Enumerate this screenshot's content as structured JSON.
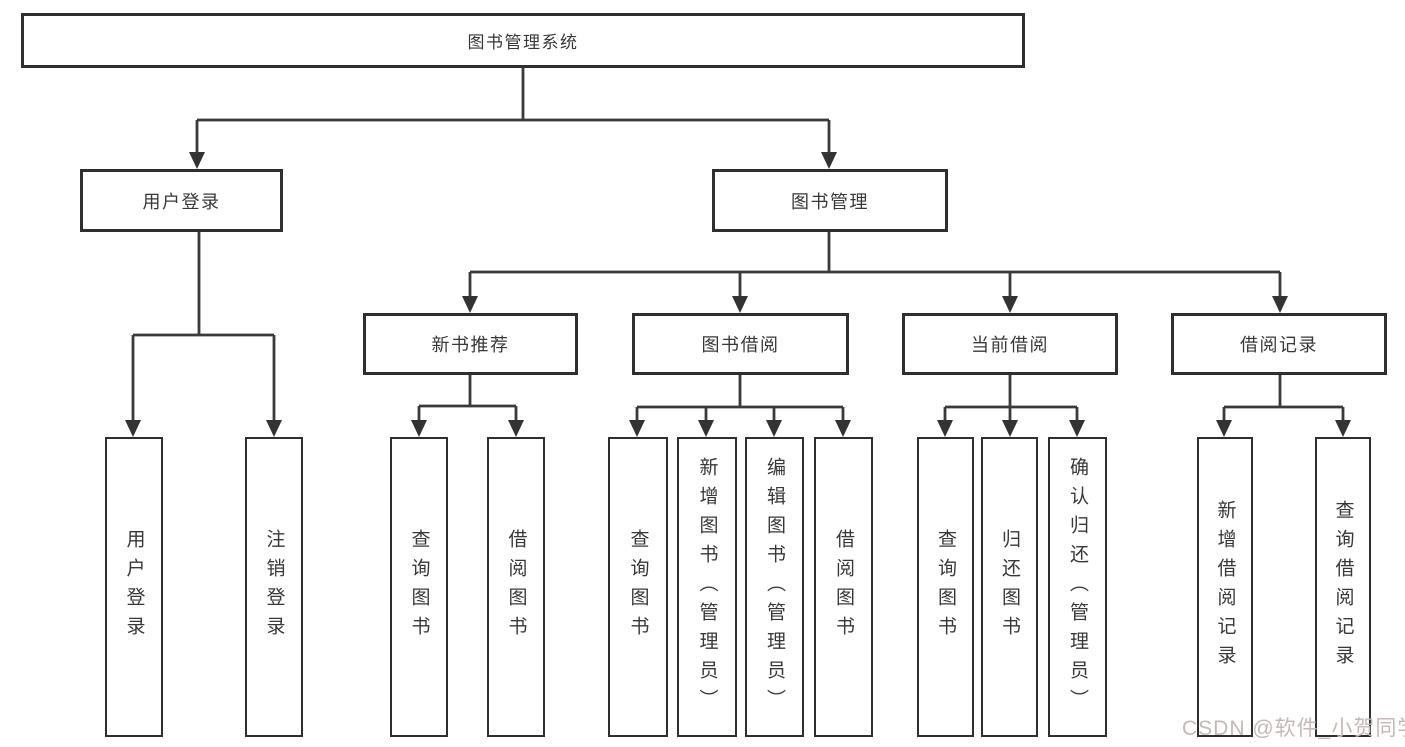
{
  "diagram": {
    "type": "hierarchy-tree",
    "root": {
      "label": "图书管理系统"
    },
    "level2": [
      {
        "label": "用户登录"
      },
      {
        "label": "图书管理"
      }
    ],
    "level3": [
      {
        "label": "新书推荐"
      },
      {
        "label": "图书借阅"
      },
      {
        "label": "当前借阅"
      },
      {
        "label": "借阅记录"
      }
    ],
    "leaves": {
      "user_login": [
        "用户登录",
        "注销登录"
      ],
      "new_book": [
        "查询图书",
        "借阅图书"
      ],
      "book_borrow": [
        "查询图书",
        "新增图书（管理员）",
        "编辑图书（管理员）",
        "借阅图书"
      ],
      "current_borrow": [
        "查询图书",
        "归还图书",
        "确认归还（管理员）"
      ],
      "records": [
        "新增借阅记录",
        "查询借阅记录"
      ]
    },
    "structure": {
      "图书管理系统": [
        "用户登录",
        "图书管理"
      ],
      "用户登录": [
        "用户登录",
        "注销登录"
      ],
      "图书管理": [
        "新书推荐",
        "图书借阅",
        "当前借阅",
        "借阅记录"
      ],
      "新书推荐": [
        "查询图书",
        "借阅图书"
      ],
      "图书借阅": [
        "查询图书",
        "新增图书（管理员）",
        "编辑图书（管理员）",
        "借阅图书"
      ],
      "当前借阅": [
        "查询图书",
        "归还图书",
        "确认归还（管理员）"
      ],
      "借阅记录": [
        "新增借阅记录",
        "查询借阅记录"
      ]
    }
  },
  "watermark": "CSDN @软件_小贺同学",
  "colors": {
    "line": "#3a3a3a",
    "box_border": "#2f2f2f",
    "text": "#383838",
    "watermark": "#c4b9b6",
    "background": "#ffffff"
  }
}
